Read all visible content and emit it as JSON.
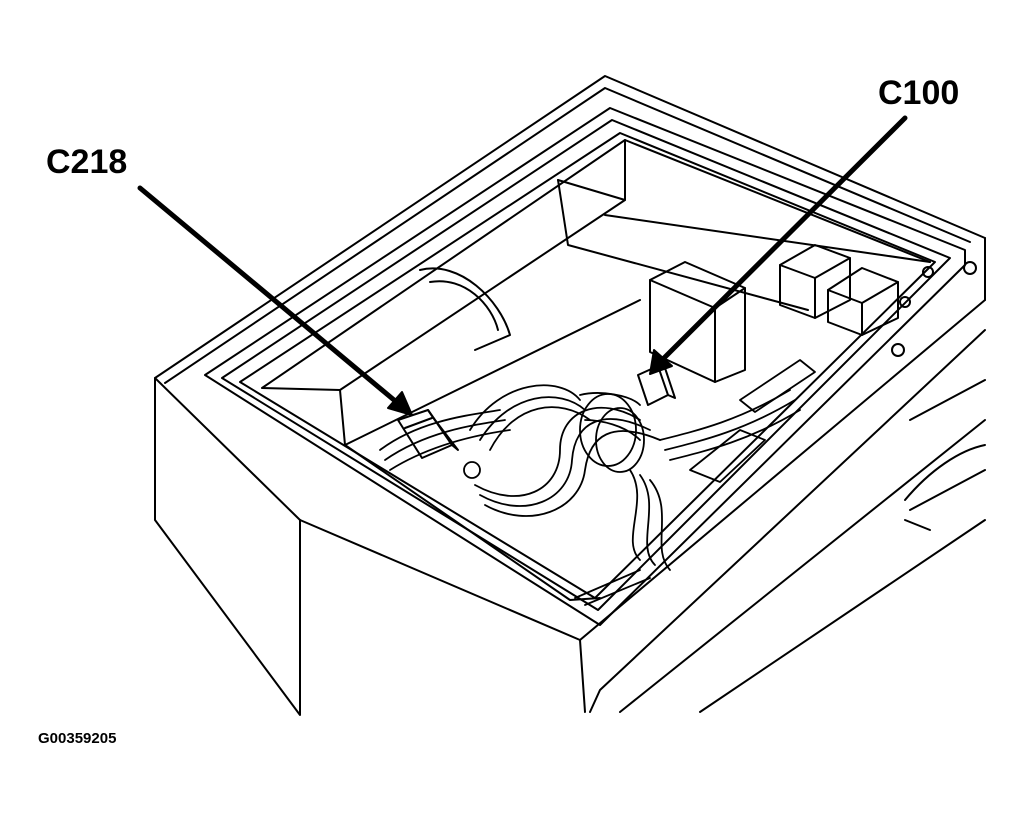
{
  "callouts": {
    "c218": "C218",
    "c100": "C100"
  },
  "figure_id": "G00359205",
  "colors": {
    "line": "#000000",
    "background": "#ffffff"
  }
}
